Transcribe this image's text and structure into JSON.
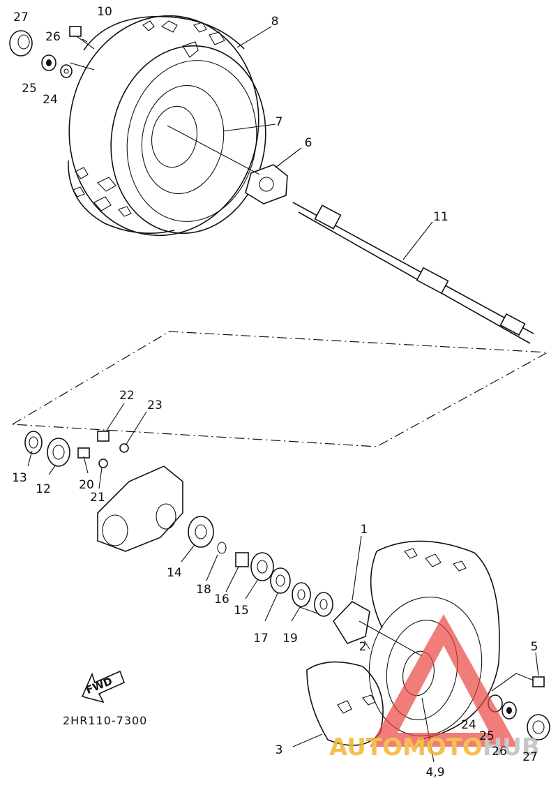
{
  "drawing_code": "2HR110-7300",
  "direction_label": "FWD",
  "watermark": {
    "text": "AUTOMOTOHUB",
    "colors": {
      "triangle": "#e8413c",
      "auto": "#f2b632",
      "moto": "#f2b632",
      "hub": "#bfbfbf"
    }
  },
  "callouts": {
    "c1": "1",
    "c2": "2",
    "c3": "3",
    "c4_9": "4,9",
    "c5": "5",
    "c6": "6",
    "c7": "7",
    "c8": "8",
    "c10": "10",
    "c11": "11",
    "c12": "12",
    "c13": "13",
    "c14": "14",
    "c15": "15",
    "c16": "16",
    "c17": "17",
    "c18": "18",
    "c19": "19",
    "c20": "20",
    "c21": "21",
    "c22": "22",
    "c23": "23",
    "c24_top": "24",
    "c25_top": "25",
    "c26_top": "26",
    "c27_top": "27",
    "c24_bottom": "24",
    "c25_bottom": "25",
    "c26_bottom": "26",
    "c27_bottom": "27"
  }
}
